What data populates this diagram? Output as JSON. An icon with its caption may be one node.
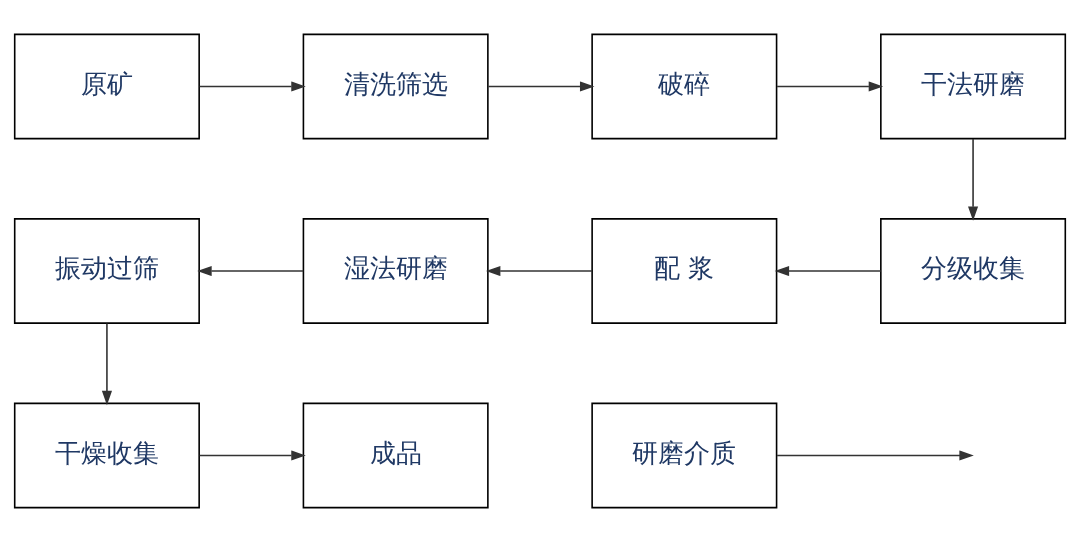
{
  "diagram": {
    "nodes": [
      {
        "text": [
          "原矿"
        ]
      },
      {
        "text": [
          "清洗筛选"
        ]
      },
      {
        "text": [
          "破碎"
        ]
      },
      {
        "text": [
          "干法研磨"
        ]
      },
      {
        "text": [
          "振动过筛"
        ]
      },
      {
        "text": [
          "湿法研磨"
        ]
      },
      {
        "text": [
          "配 浆"
        ]
      },
      {
        "text": [
          "分级收集"
        ]
      },
      {
        "text": [
          "研磨介质"
        ]
      },
      {
        "text": [
          "干燥收集"
        ]
      },
      {
        "text": [
          "成品"
        ]
      }
    ],
    "edges": [
      {
        "from": 0,
        "to": 1,
        "arrow": "to"
      },
      {
        "from": 1,
        "to": 2,
        "arrow": "to"
      },
      {
        "from": 2,
        "to": 3,
        "arrow": "to"
      },
      {
        "from": 3,
        "to": 7,
        "arrow": "to"
      },
      {
        "from": 7,
        "to": 6,
        "arrow": "to"
      },
      {
        "from": 6,
        "to": 5,
        "arrow": "to"
      },
      {
        "from": 5,
        "to": 4,
        "arrow": "to"
      },
      {
        "from": 4,
        "to": 9,
        "arrow": "to"
      },
      {
        "from": 9,
        "to": 10,
        "arrow": "to"
      },
      {
        "from": 8,
        "to": null,
        "arrow": "to"
      }
    ]
  }
}
